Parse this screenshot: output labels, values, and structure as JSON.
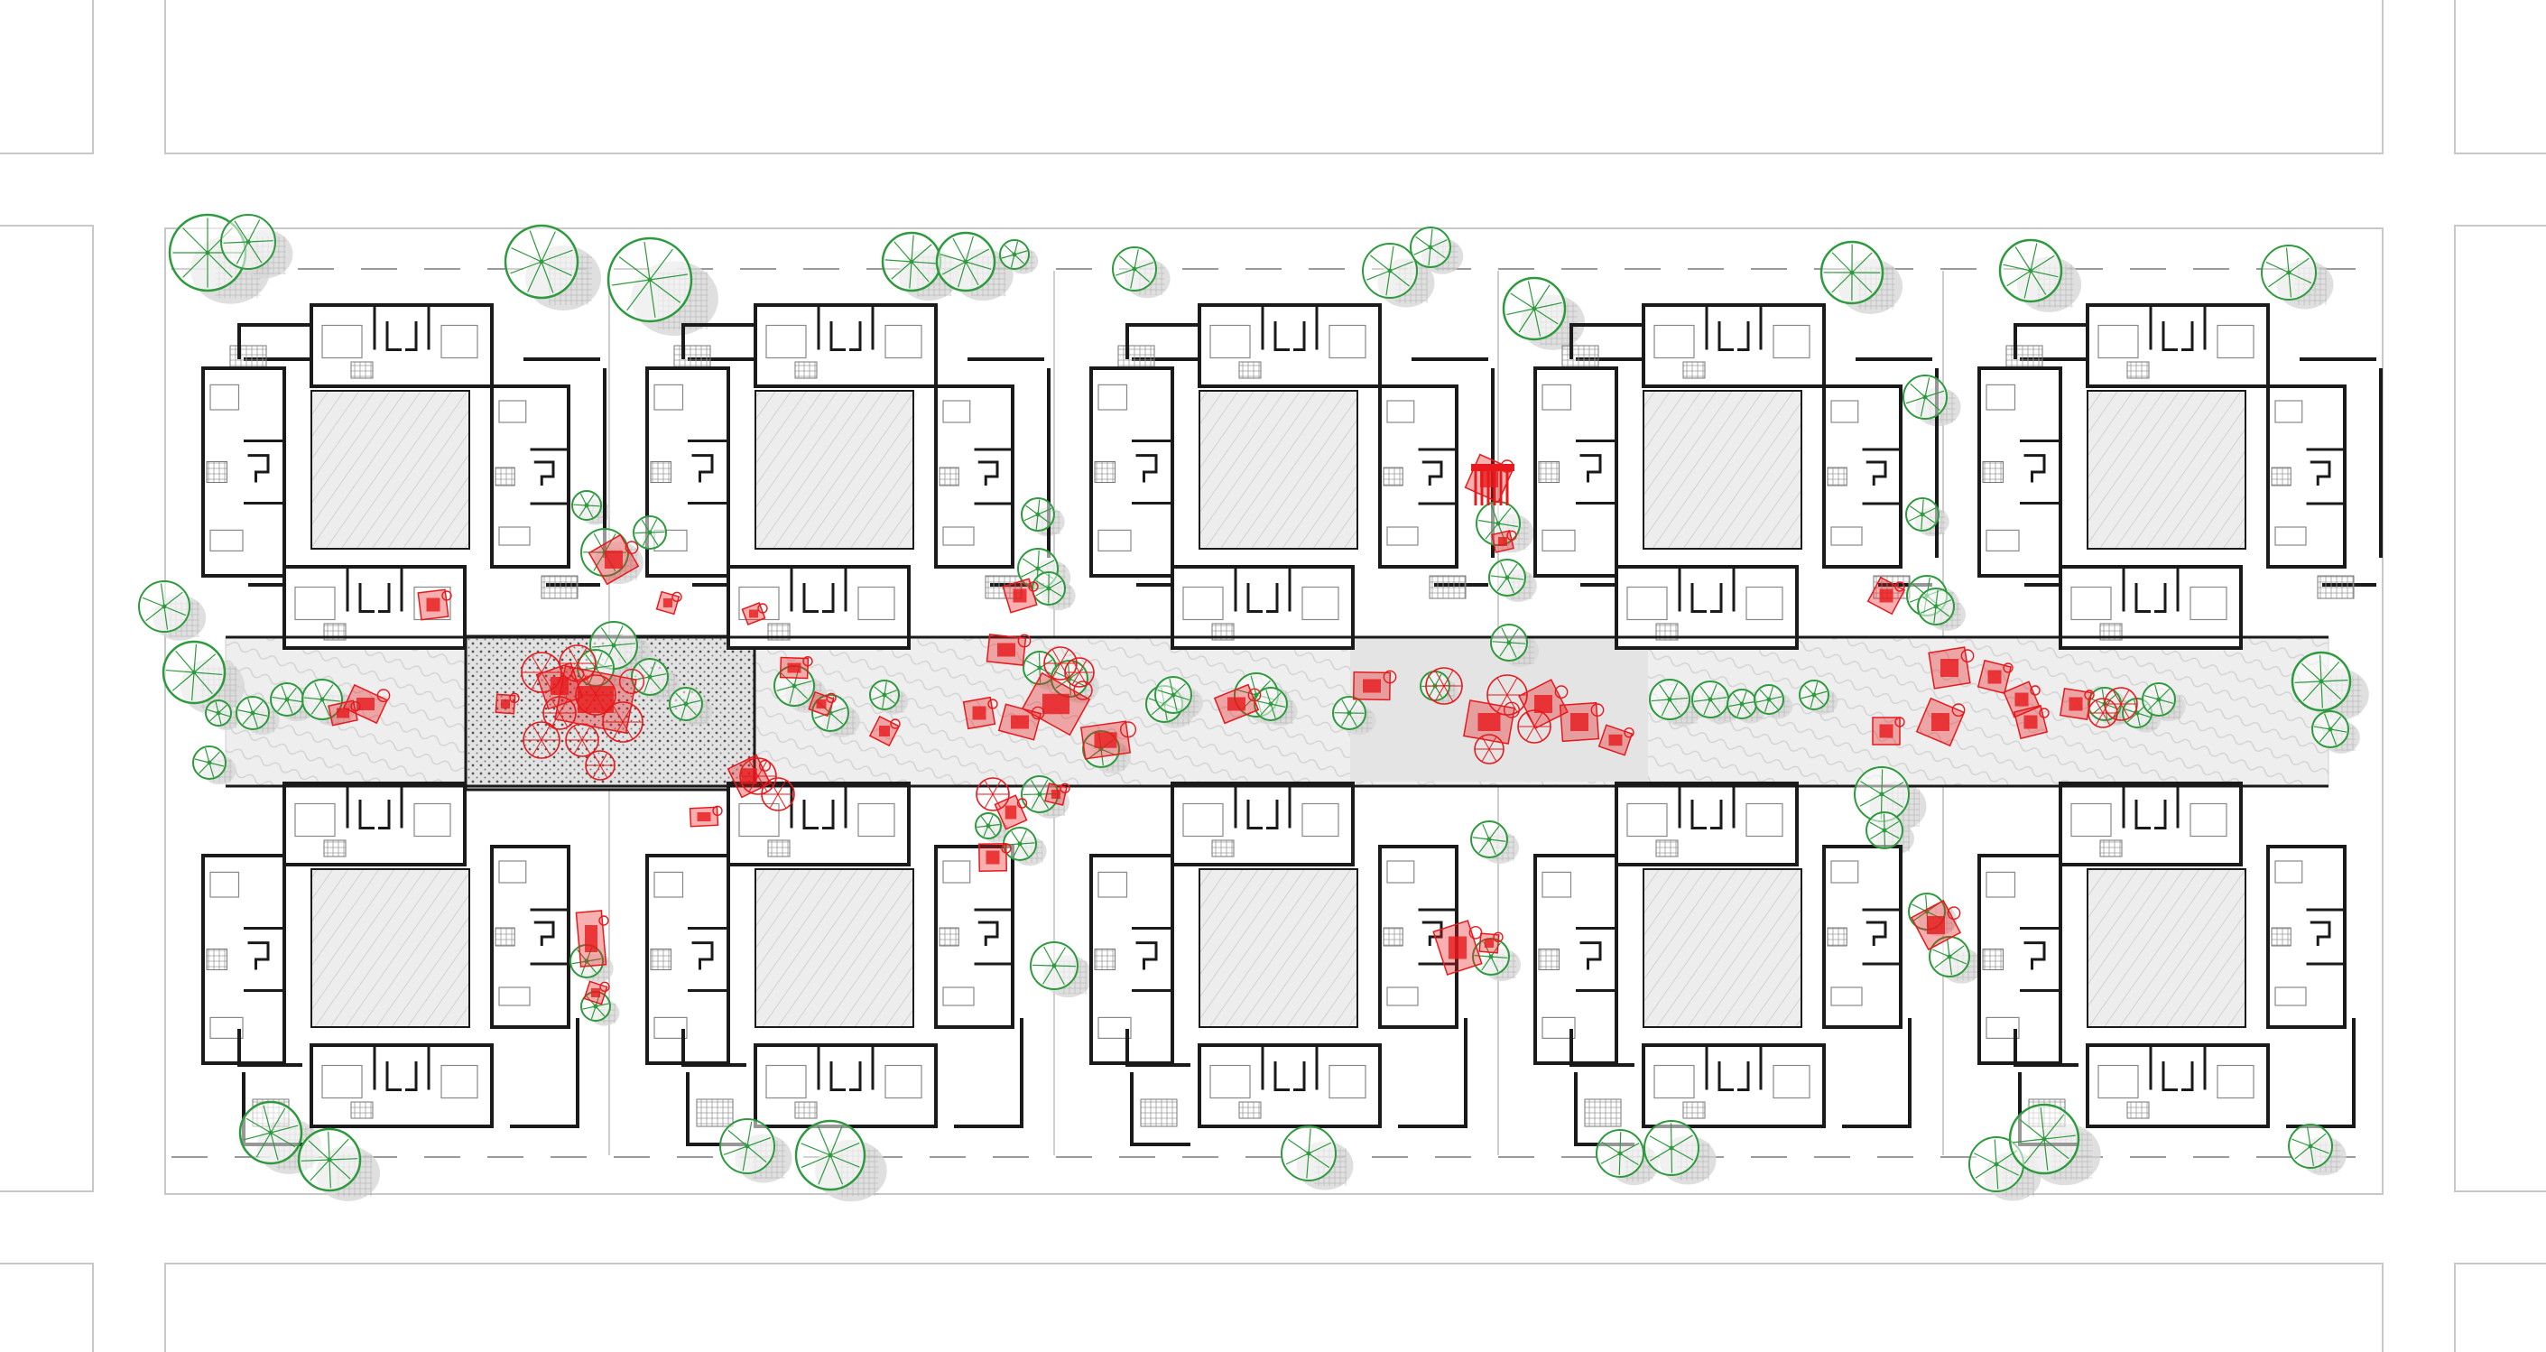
{
  "drawing": {
    "kind": "site-plan",
    "colors": {
      "background": "#ffffff",
      "wall": "#1a1a1a",
      "parcel_line": "#c8c8c8",
      "courtyard_fill": "#ededed",
      "courtyard_hatch": "#cfcfcf",
      "street_fill": "#e6e6e6",
      "plaza_fill": "#cfcfcf",
      "tree": "#2e9a3e",
      "tree_shadow": "#d7d7d7",
      "activity": "#e8191c",
      "dash": "#9a9a9a"
    },
    "cluster_count": 5,
    "unit_rows": 2,
    "icons": [
      "tree-canopy-icon",
      "tree-shadow-icon",
      "activity-cluster-icon",
      "courtyard-hatch-icon"
    ]
  }
}
